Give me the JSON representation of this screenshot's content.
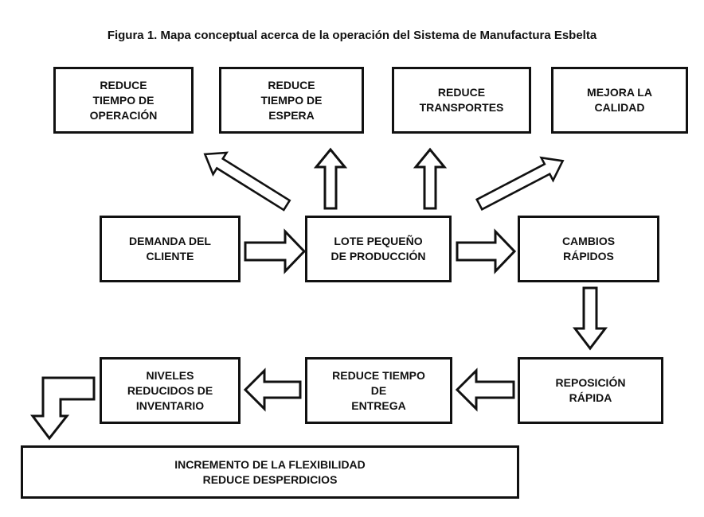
{
  "title": "Figura 1. Mapa conceptual acerca de la operación del Sistema de Manufactura Esbelta",
  "colors": {
    "line": "#111111",
    "box_fill": "#ffffff",
    "text": "#111111",
    "background": "#ffffff"
  },
  "nodes": {
    "reduce_tiempo_operacion": "REDUCE\nTIEMPO DE\nOPERACIÓN",
    "reduce_tiempo_espera": "REDUCE\nTIEMPO DE\nESPERA",
    "reduce_transportes": "REDUCE\nTRANSPORTES",
    "mejora_calidad": "MEJORA LA\nCALIDAD",
    "demanda_cliente": "DEMANDA DEL\nCLIENTE",
    "lote_pequeno": "LOTE PEQUEÑO\nDE PRODUCCIÓN",
    "cambios_rapidos": "CAMBIOS\nRÁPIDOS",
    "niveles_inventario": "NIVELES\nREDUCIDOS DE\nINVENTARIO",
    "reduce_tiempo_entrega": "REDUCE TIEMPO\nDE\nENTREGA",
    "reposicion_rapida": "REPOSICIÓN\nRÁPIDA",
    "incremento_flexibilidad": "INCREMENTO DE LA FLEXIBILIDAD\nREDUCE DESPERDICIOS"
  },
  "edges": [
    {
      "from": "demanda_cliente",
      "to": "lote_pequeno"
    },
    {
      "from": "lote_pequeno",
      "to": "reduce_tiempo_operacion"
    },
    {
      "from": "lote_pequeno",
      "to": "reduce_tiempo_espera"
    },
    {
      "from": "lote_pequeno",
      "to": "reduce_transportes"
    },
    {
      "from": "lote_pequeno",
      "to": "mejora_calidad"
    },
    {
      "from": "lote_pequeno",
      "to": "cambios_rapidos"
    },
    {
      "from": "cambios_rapidos",
      "to": "reposicion_rapida"
    },
    {
      "from": "reposicion_rapida",
      "to": "reduce_tiempo_entrega"
    },
    {
      "from": "reduce_tiempo_entrega",
      "to": "niveles_inventario"
    },
    {
      "from": "niveles_inventario",
      "to": "incremento_flexibilidad"
    }
  ]
}
